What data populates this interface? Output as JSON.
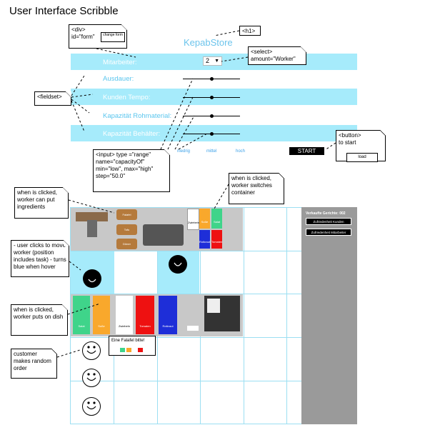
{
  "page": {
    "title": "User Interface Scribble"
  },
  "header": {
    "app_title": "KepabStore"
  },
  "form": {
    "fields": [
      {
        "label": "Mitarbeiter:",
        "control": "select",
        "value": "2"
      },
      {
        "label": "Ausdauer:",
        "control": "range"
      },
      {
        "label": "Kunden Tempo:",
        "control": "range"
      },
      {
        "label": "Kapazität Rohmaterial:",
        "control": "range"
      },
      {
        "label": "Kapazität Behälter:",
        "control": "range"
      }
    ],
    "range_labels": [
      "niedrig",
      "mittel",
      "hoch"
    ],
    "start_label": "START"
  },
  "annotations": {
    "div": {
      "line1": "<div>",
      "line2": "id=\"form\"",
      "arrow_label": "change form"
    },
    "h1": "<h1>",
    "select": {
      "line1": "<select>",
      "line2": "amount=\"Worker\""
    },
    "fieldset": "<fieldset>",
    "button": {
      "line1": "<button>",
      "line2": "to start",
      "arrow_label": "load"
    },
    "input": {
      "text": "<input> type =\"range\" name=\"capacityOf\" min=\"low\", max=\"high\" step=\"50.0\""
    },
    "worker_container": "when is clicked, worker switches container",
    "ingredients": "when is clicked, worker can put ingredients",
    "move_worker": "- user clicks to move worker (position includes task) - turns blue when hover",
    "dish": "when is clicked, worker puts on dish",
    "customer": "customer makes random order"
  },
  "game": {
    "ingredient_buttons": [
      "Falafel",
      "Tofu",
      "Döner"
    ],
    "top_containers": [
      "Zwiebeln",
      "Soße",
      "Salat",
      "Rotkraut",
      "Tomaten"
    ],
    "dish_containers": [
      "Salat",
      "Soße",
      "Zwiebeln",
      "Tomaten",
      "Rotkraut"
    ],
    "order_text": "Eine Falafel bitte!",
    "panel": {
      "title": "Verkaufte Gerichte: 002",
      "btn1": "Zufriedenheit Kunden",
      "btn2": "Zufriedenheit Mitarbeiter"
    }
  },
  "colors": {
    "band": "#a6ebfb",
    "accent": "#3aa0e8",
    "panel": "#9a9a9a"
  }
}
